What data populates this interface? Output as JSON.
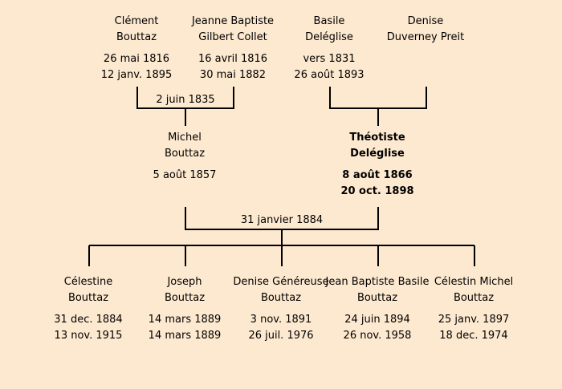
{
  "people": {
    "clement": {
      "first": "Clément",
      "last": "Bouttaz",
      "birth": "26 mai 1816",
      "death": "12 janv. 1895"
    },
    "jeanne": {
      "first": "Jeanne Baptiste",
      "last": "Gilbert Collet",
      "birth": "16 avril 1816",
      "death": "30 mai 1882"
    },
    "basile": {
      "first": "Basile",
      "last": "Deléglise",
      "birth": "vers 1831",
      "death": "26 août 1893"
    },
    "denise_d": {
      "first": "Denise",
      "last": "Duverney Preit",
      "birth": "",
      "death": ""
    },
    "michel": {
      "first": "Michel",
      "last": "Bouttaz",
      "birth": "5 août 1857",
      "death": ""
    },
    "theotiste": {
      "first": "Théotiste",
      "last": "Deléglise",
      "birth": "8 août 1866",
      "death": "20 oct. 1898"
    },
    "celestine": {
      "first": "Célestine",
      "last": "Bouttaz",
      "birth": "31 dec. 1884",
      "death": "13 nov. 1915"
    },
    "joseph": {
      "first": "Joseph",
      "last": "Bouttaz",
      "birth": "14 mars 1889",
      "death": "14 mars 1889"
    },
    "denise_g": {
      "first": "Denise Généreuse",
      "last": "Bouttaz",
      "birth": "3 nov. 1891",
      "death": "26 juil. 1976"
    },
    "jean_baptiste": {
      "first": "Jean Baptiste Basile",
      "last": "Bouttaz",
      "birth": "24 juin 1894",
      "death": "26 nov. 1958"
    },
    "celestin": {
      "first": "Célestin Michel",
      "last": "Bouttaz",
      "birth": "25 janv. 1897",
      "death": "18 dec. 1974"
    }
  },
  "marriages": {
    "bouttaz_collet": "2 juin 1835",
    "bouttaz_deleglise": "31 janvier 1884"
  },
  "colors": {
    "background": "#fde9d0",
    "line": "#000000"
  }
}
